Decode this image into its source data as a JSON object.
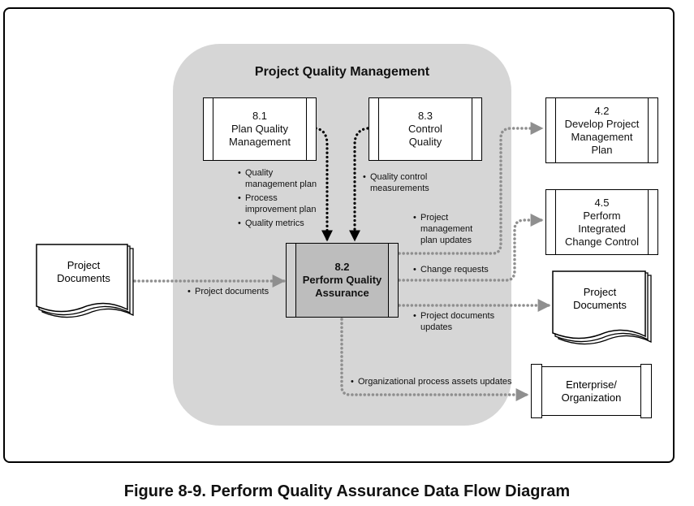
{
  "group": {
    "title": "Project Quality Management"
  },
  "processes": {
    "p81": {
      "number": "8.1",
      "name_line1": "Plan Quality",
      "name_line2": "Management"
    },
    "p83": {
      "number": "8.3",
      "name_line1": "Control",
      "name_line2": "Quality"
    },
    "p82": {
      "number": "8.2",
      "name_line1": "Perform Quality",
      "name_line2": "Assurance"
    },
    "p42": {
      "number": "4.2",
      "name_line1": "Develop Project",
      "name_line2": "Management",
      "name_line3": "Plan"
    },
    "p45": {
      "number": "4.5",
      "name_line1": "Perform",
      "name_line2": "Integrated",
      "name_line3": "Change Control"
    }
  },
  "documents": {
    "input": {
      "line1": "Project",
      "line2": "Documents"
    },
    "output": {
      "line1": "Project",
      "line2": "Documents"
    }
  },
  "entity": {
    "line1": "Enterprise/",
    "line2": "Organization"
  },
  "flows": {
    "from81": [
      "Quality",
      "management plan",
      "Process",
      "improvement plan",
      "Quality metrics"
    ],
    "from83": [
      "Quality control",
      "measurements"
    ],
    "project_documents": "Project documents",
    "pm_plan_updates": [
      "Project",
      "management",
      "plan updates"
    ],
    "change_requests": "Change requests",
    "project_documents_updates": [
      "Project documents",
      "updates"
    ],
    "opa_updates": "Organizational process assets updates"
  },
  "colors": {
    "group_bg": "#d6d6d6",
    "main_process": "#bdbdbd",
    "flow_gray": "#8f8f8f",
    "flow_black": "#000000"
  },
  "caption": "Figure 8-9. Perform Quality Assurance Data Flow Diagram"
}
